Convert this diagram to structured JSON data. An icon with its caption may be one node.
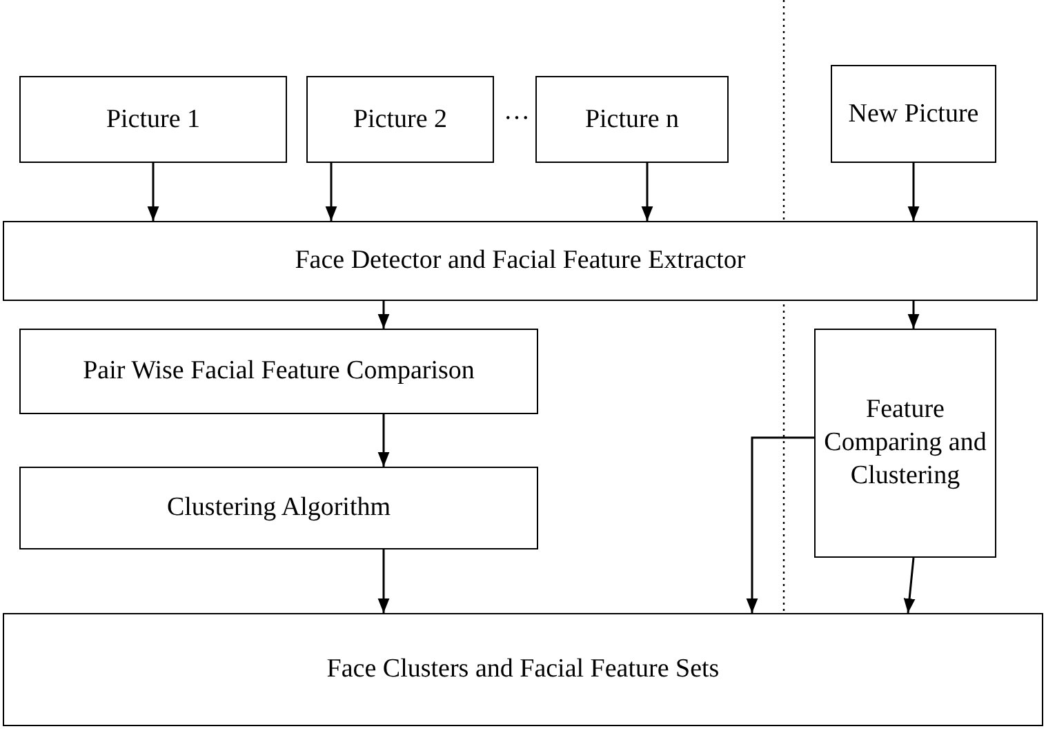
{
  "diagram": {
    "nodes": [
      {
        "text": [
          "Picture 1"
        ]
      },
      {
        "text": [
          "Picture 2"
        ]
      },
      {
        "text": [
          "Picture n"
        ]
      },
      {
        "text": [
          "New Picture"
        ]
      },
      {
        "text": [
          "Face Detector and Facial Feature Extractor"
        ]
      },
      {
        "text": [
          "Pair Wise Facial Feature Comparison"
        ]
      },
      {
        "text": [
          "Feature Comparing and Clustering"
        ]
      },
      {
        "text": [
          "Clustering Algorithm"
        ]
      },
      {
        "text": [
          "Face Clusters and Facial Feature Sets"
        ]
      }
    ],
    "edges": [
      {
        "from": 0,
        "to": 4,
        "arrow": "to"
      },
      {
        "from": 1,
        "to": 4,
        "arrow": "to"
      },
      {
        "from": 2,
        "to": 4,
        "arrow": "to"
      },
      {
        "from": 3,
        "to": 4,
        "arrow": "to"
      },
      {
        "from": 4,
        "to": 5,
        "arrow": "to"
      },
      {
        "from": 4,
        "to": 6,
        "arrow": "to"
      },
      {
        "from": 5,
        "to": 7,
        "arrow": "to"
      },
      {
        "from": 7,
        "to": 8,
        "arrow": "to"
      },
      {
        "from": 6,
        "to": 8,
        "arrow": "to"
      },
      {
        "from": 6,
        "to": 8,
        "arrow": "to"
      }
    ],
    "labels": [
      "…"
    ]
  }
}
